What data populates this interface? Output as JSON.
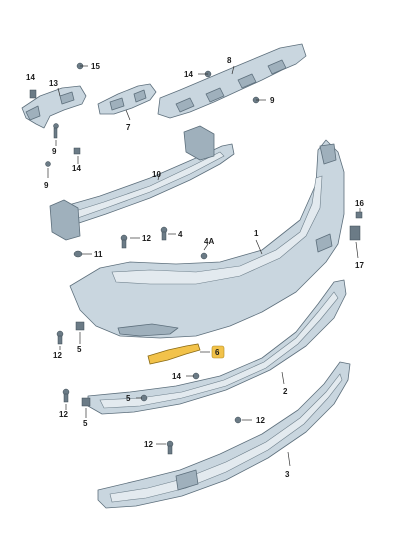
{
  "labels": [
    {
      "id": "l1",
      "text": "1"
    },
    {
      "id": "l2",
      "text": "2"
    },
    {
      "id": "l3",
      "text": "3"
    },
    {
      "id": "l4",
      "text": "4"
    },
    {
      "id": "l4a",
      "text": "4A"
    },
    {
      "id": "l5a",
      "text": "5"
    },
    {
      "id": "l5b",
      "text": "5"
    },
    {
      "id": "l5c",
      "text": "5"
    },
    {
      "id": "l6",
      "text": "6"
    },
    {
      "id": "l7",
      "text": "7"
    },
    {
      "id": "l8",
      "text": "8"
    },
    {
      "id": "l9a",
      "text": "9"
    },
    {
      "id": "l9b",
      "text": "9"
    },
    {
      "id": "l9c",
      "text": "9"
    },
    {
      "id": "l10",
      "text": "10"
    },
    {
      "id": "l11",
      "text": "11"
    },
    {
      "id": "l12a",
      "text": "12"
    },
    {
      "id": "l12b",
      "text": "12"
    },
    {
      "id": "l12c",
      "text": "12"
    },
    {
      "id": "l12d",
      "text": "12"
    },
    {
      "id": "l12e",
      "text": "12"
    },
    {
      "id": "l13",
      "text": "13"
    },
    {
      "id": "l14a",
      "text": "14"
    },
    {
      "id": "l14b",
      "text": "14"
    },
    {
      "id": "l14c",
      "text": "14"
    },
    {
      "id": "l14d",
      "text": "14"
    },
    {
      "id": "l15",
      "text": "15"
    },
    {
      "id": "l16",
      "text": "16"
    },
    {
      "id": "l17",
      "text": "17"
    }
  ],
  "highlight": {
    "label": "6",
    "color": "#f2c24a"
  },
  "colors": {
    "part_fill": "#c9d6df",
    "part_stroke": "#5d6f7c",
    "highlight": "#f2c24a"
  }
}
